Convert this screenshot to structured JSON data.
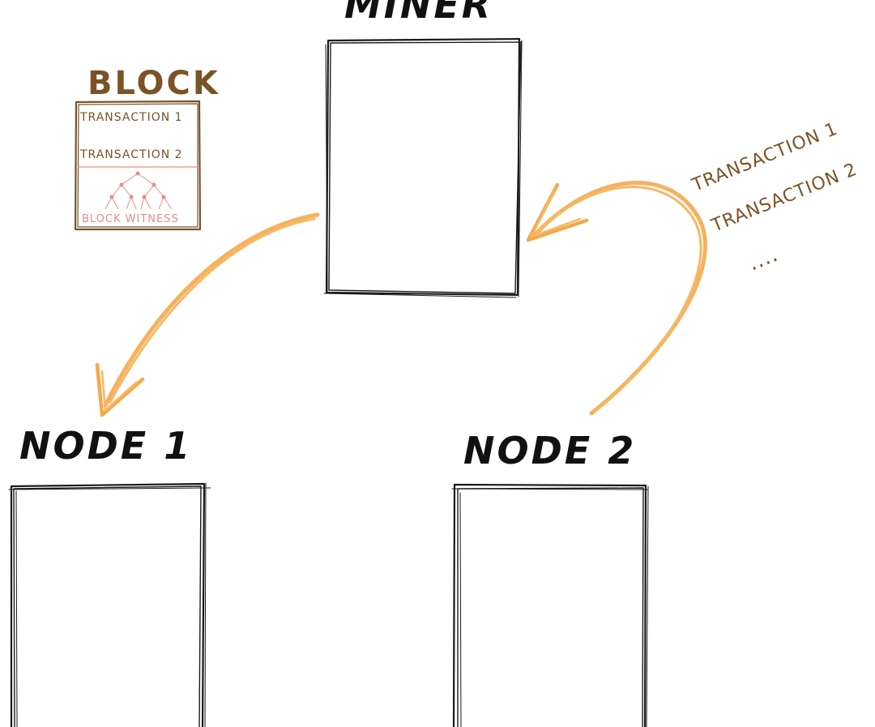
{
  "diagram": {
    "miner_label": "MINER",
    "node1_label": "NODE 1",
    "node2_label": "NODE 2",
    "block": {
      "title": "BLOCK",
      "transaction_1": "TRANSACTION 1",
      "transaction_2": "TRANSACTION 2",
      "witness_label": "BLOCK WITNESS"
    },
    "incoming": {
      "transaction_1": "TRANSACTION 1",
      "transaction_2": "TRANSACTION 2",
      "ellipsis": "...."
    }
  },
  "colors": {
    "ink": "#1a1a1a",
    "brown": "#7a5327",
    "arrow_orange": "#f5a94a",
    "witness_pink": "#e88a8a"
  }
}
